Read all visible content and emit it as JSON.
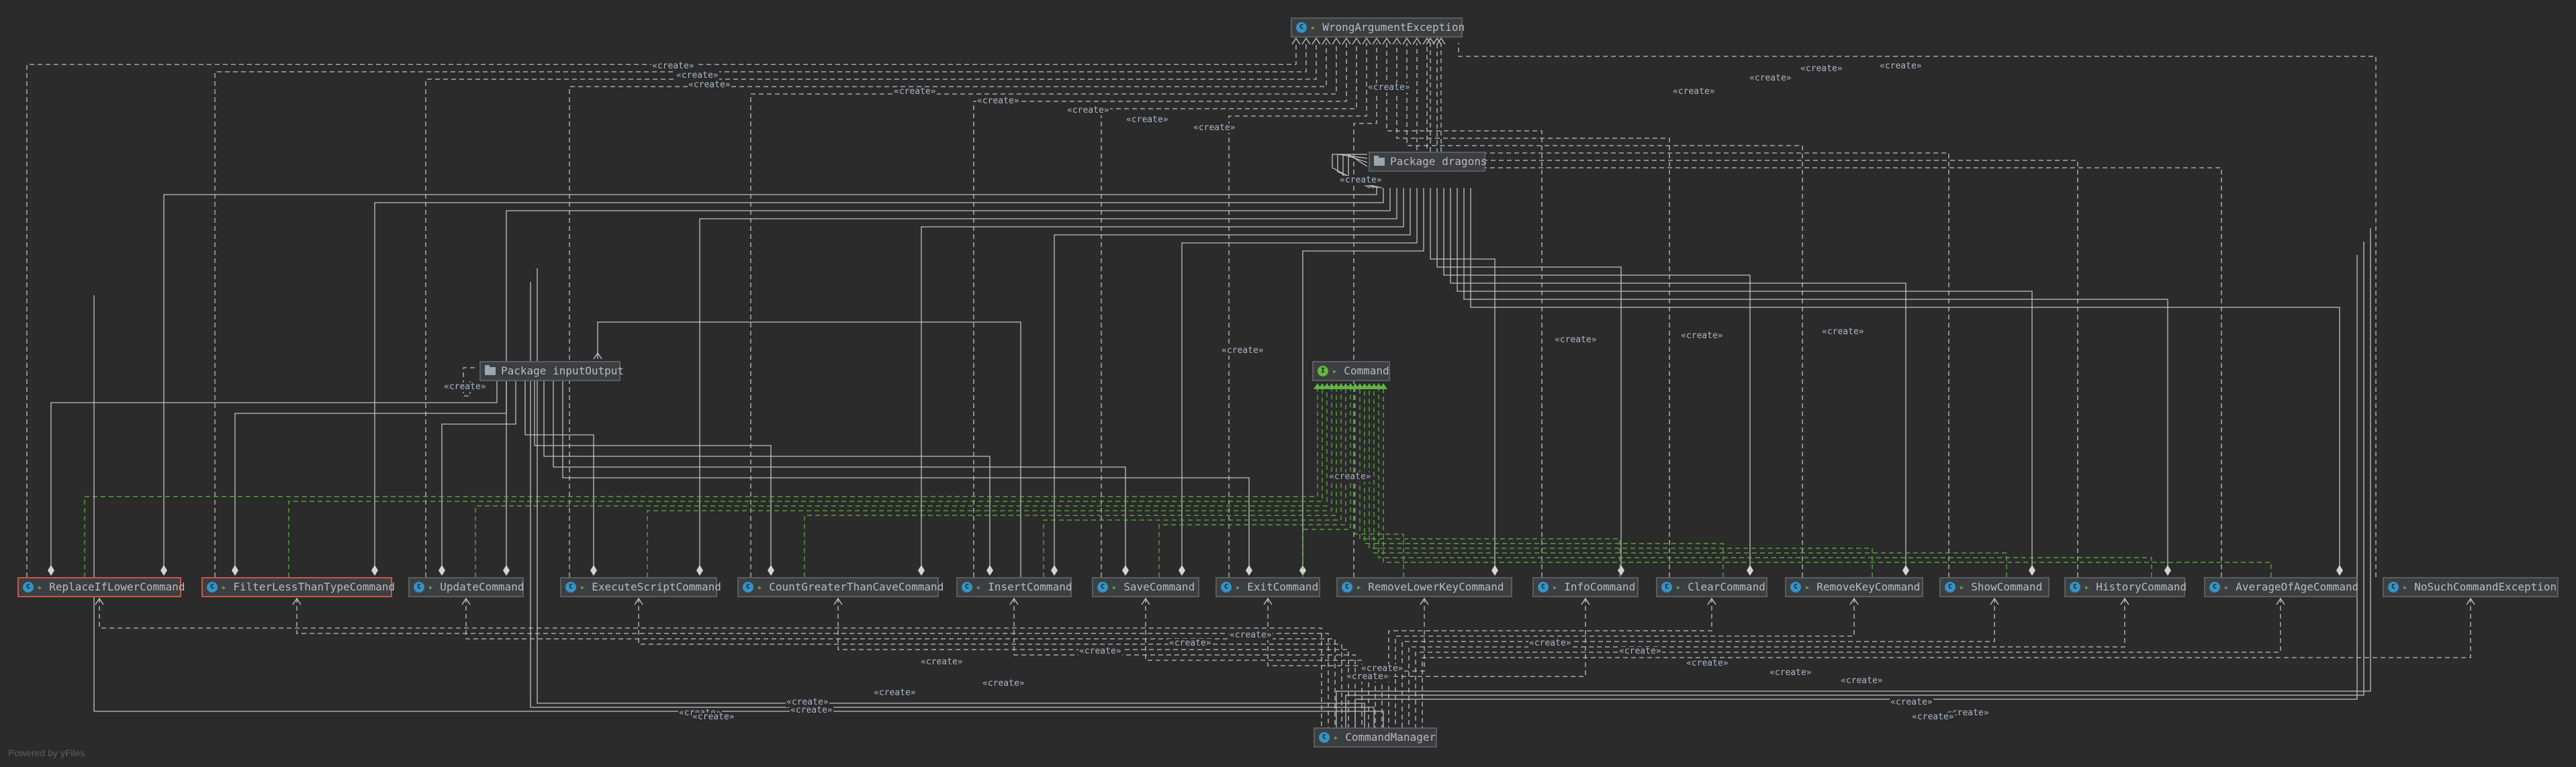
{
  "diagram": {
    "nodes": [
      {
        "id": "wrongarg",
        "label": "WrongArgumentException",
        "kind": "class"
      },
      {
        "id": "dragons",
        "label": "Package dragons",
        "kind": "package"
      },
      {
        "id": "inputoutput",
        "label": "Package inputOutput",
        "kind": "package"
      },
      {
        "id": "command",
        "label": "Command",
        "kind": "interface"
      },
      {
        "id": "replaceiflower",
        "label": "ReplaceIfLowerCommand",
        "kind": "class",
        "selected": true
      },
      {
        "id": "filterlessthantype",
        "label": "FilterLessThanTypeCommand",
        "kind": "class",
        "selected": true
      },
      {
        "id": "update",
        "label": "UpdateCommand",
        "kind": "class"
      },
      {
        "id": "executescript",
        "label": "ExecuteScriptCommand",
        "kind": "class"
      },
      {
        "id": "countgreater",
        "label": "CountGreaterThanCaveCommand",
        "kind": "class"
      },
      {
        "id": "insert",
        "label": "InsertCommand",
        "kind": "class"
      },
      {
        "id": "save",
        "label": "SaveCommand",
        "kind": "class"
      },
      {
        "id": "exit",
        "label": "ExitCommand",
        "kind": "class"
      },
      {
        "id": "removelowerkey",
        "label": "RemoveLowerKeyCommand",
        "kind": "class"
      },
      {
        "id": "info",
        "label": "InfoCommand",
        "kind": "class"
      },
      {
        "id": "clear",
        "label": "ClearCommand",
        "kind": "class"
      },
      {
        "id": "removekey",
        "label": "RemoveKeyCommand",
        "kind": "class"
      },
      {
        "id": "show",
        "label": "ShowCommand",
        "kind": "class"
      },
      {
        "id": "history",
        "label": "HistoryCommand",
        "kind": "class"
      },
      {
        "id": "averageofage",
        "label": "AverageOfAgeCommand",
        "kind": "class"
      },
      {
        "id": "nosuchcommand",
        "label": "NoSuchCommandException",
        "kind": "class"
      },
      {
        "id": "commandmanager",
        "label": "CommandManager",
        "kind": "class"
      }
    ],
    "edge_label": "«create»",
    "legend": "Powered by yFiles",
    "colors": {
      "background": "#2b2b2b",
      "node_fill": "#3c3f41",
      "node_border": "#5a5d60",
      "selected_border": "#c75450",
      "text": "#bbbbbb",
      "edge": "#bfbfbf",
      "implements": "#62b543"
    }
  }
}
